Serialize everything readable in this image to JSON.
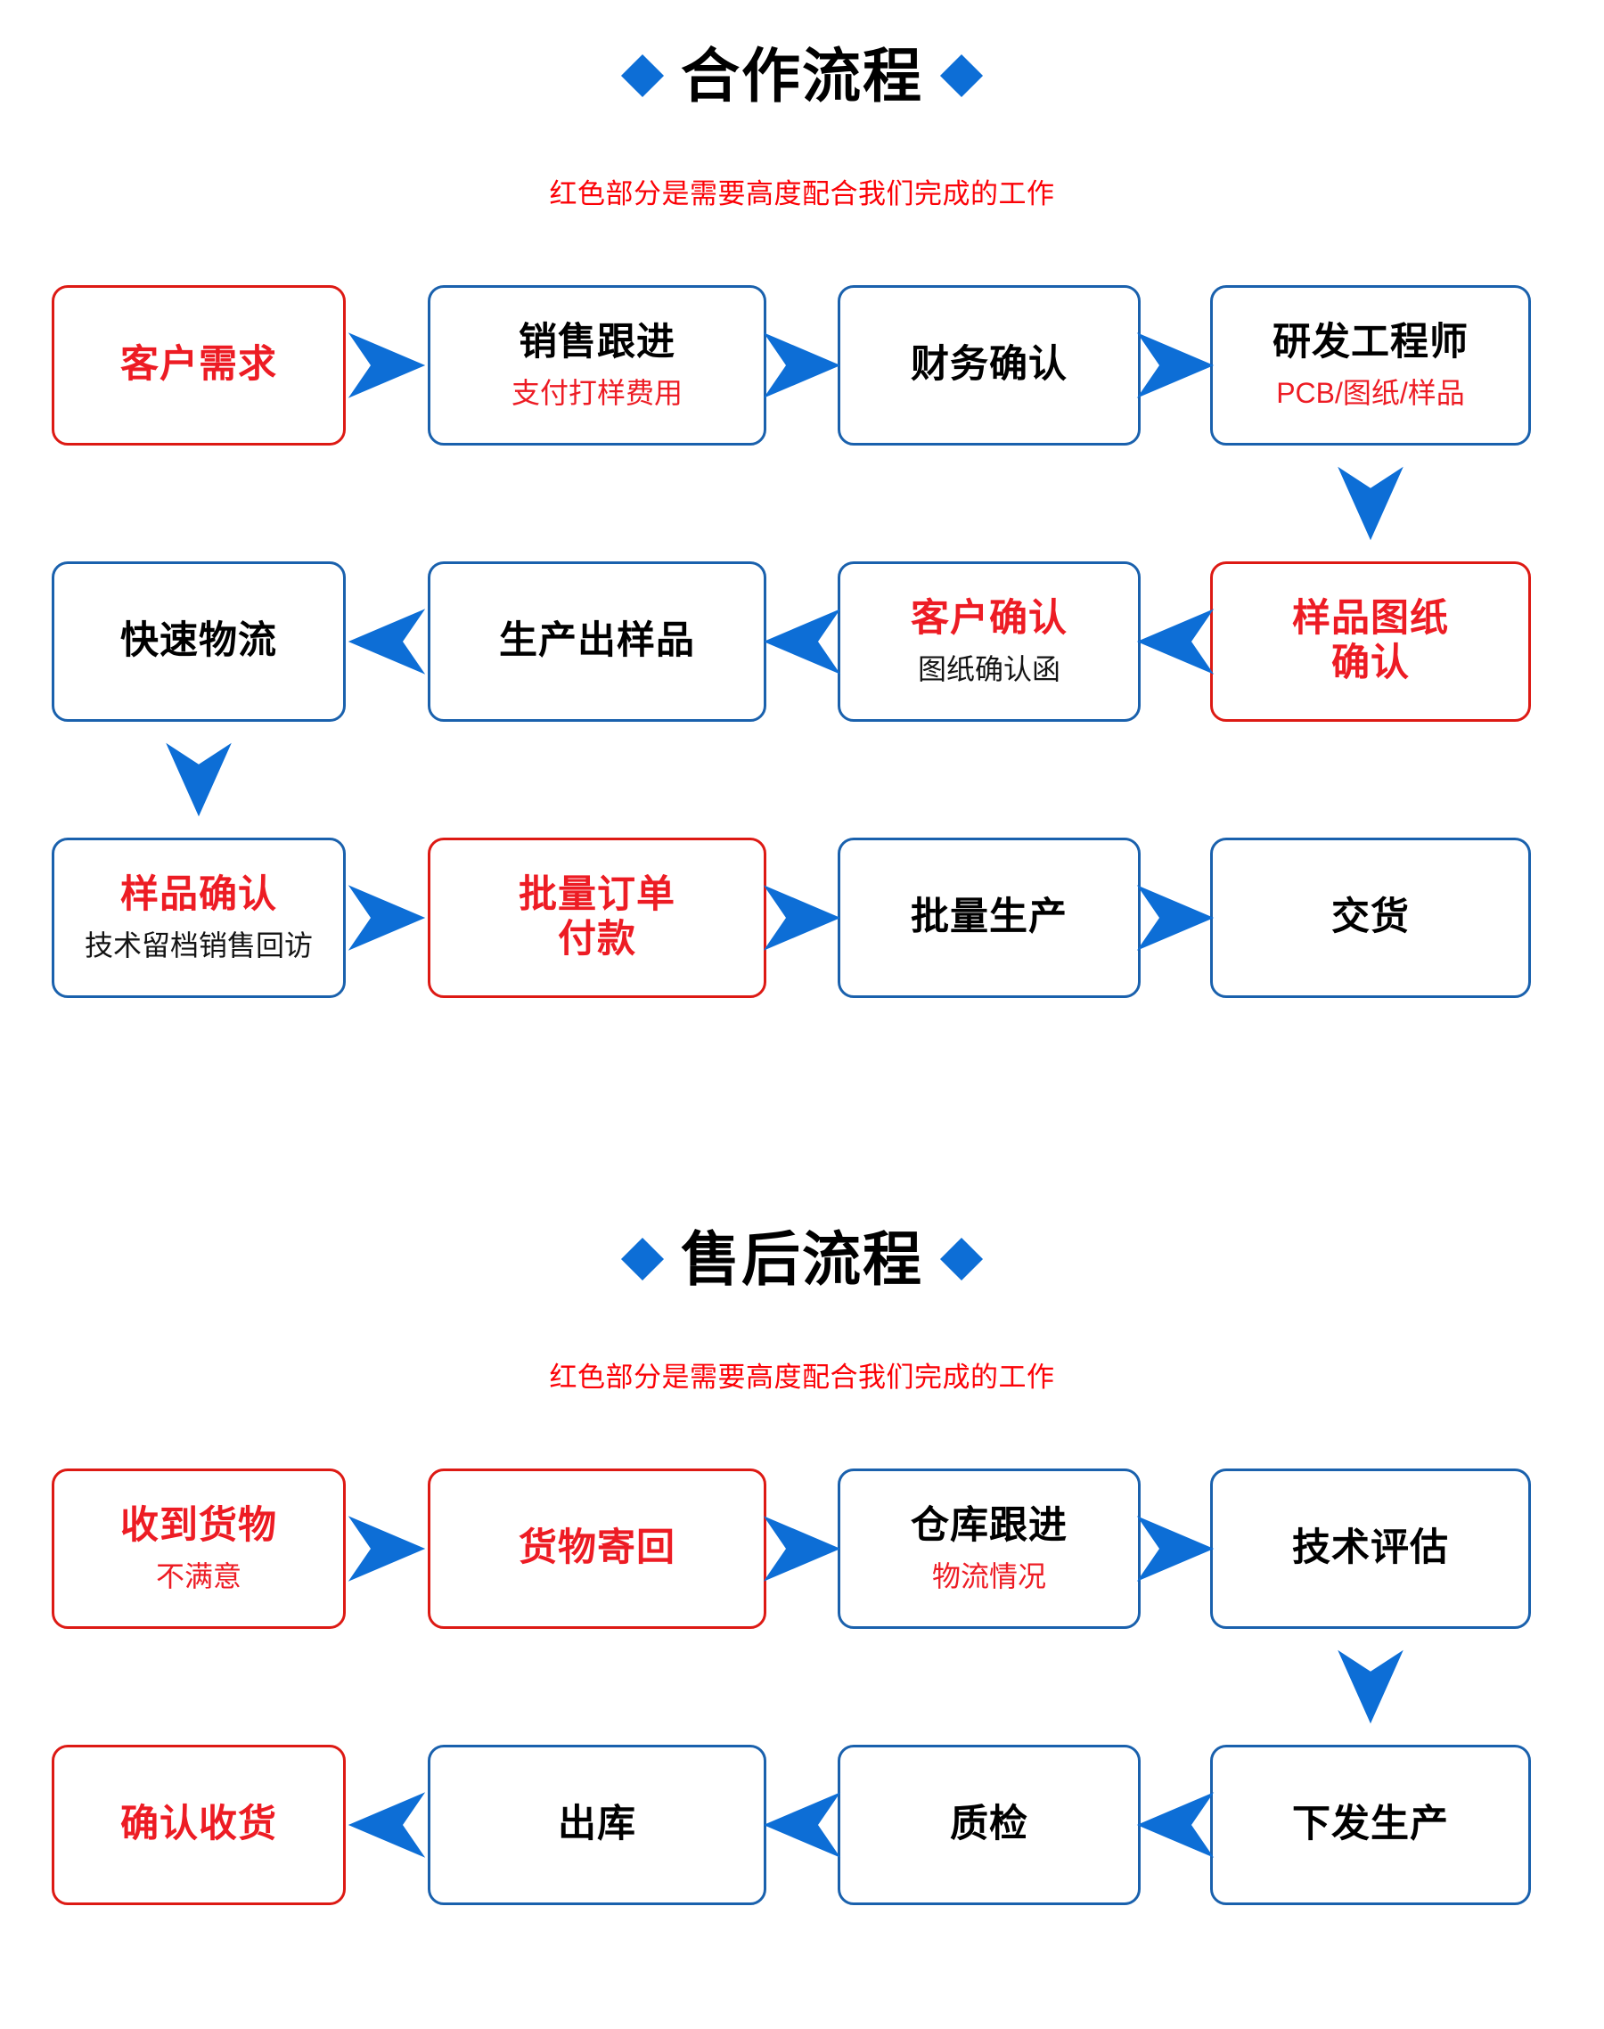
{
  "sections": [
    {
      "title": "合作流程",
      "subtitle": "红色部分是需要高度配合我们完成的工作",
      "rows": [
        {
          "direction": "right",
          "boxes": [
            {
              "title": "客户需求",
              "title_color": "red",
              "border": "red",
              "sub": "",
              "sub_color": ""
            },
            {
              "title": "销售跟进",
              "title_color": "black",
              "border": "blue",
              "sub": "支付打样费用",
              "sub_color": "red"
            },
            {
              "title": "财务确认",
              "title_color": "black",
              "border": "blue",
              "sub": "",
              "sub_color": ""
            },
            {
              "title": "研发工程师",
              "title_color": "black",
              "border": "blue",
              "sub": "PCB/图纸/样品",
              "sub_color": "red"
            }
          ]
        },
        {
          "direction": "left",
          "boxes": [
            {
              "title": "快速物流",
              "title_color": "black",
              "border": "blue",
              "sub": "",
              "sub_color": ""
            },
            {
              "title": "生产出样品",
              "title_color": "black",
              "border": "blue",
              "sub": "",
              "sub_color": ""
            },
            {
              "title": "客户确认",
              "title_color": "red",
              "border": "blue",
              "sub": "图纸确认函",
              "sub_color": "black"
            },
            {
              "title": "样品图纸\n确认",
              "title_color": "red",
              "border": "red",
              "sub": "",
              "sub_color": ""
            }
          ]
        },
        {
          "direction": "right",
          "boxes": [
            {
              "title": "样品确认",
              "title_color": "red",
              "border": "blue",
              "sub": "技术留档销售回访",
              "sub_color": "black"
            },
            {
              "title": "批量订单\n付款",
              "title_color": "red",
              "border": "red",
              "sub": "",
              "sub_color": ""
            },
            {
              "title": "批量生产",
              "title_color": "black",
              "border": "blue",
              "sub": "",
              "sub_color": ""
            },
            {
              "title": "交货",
              "title_color": "black",
              "border": "blue",
              "sub": "",
              "sub_color": ""
            }
          ]
        }
      ],
      "down_arrows": [
        {
          "after_row": 0,
          "column": 3
        },
        {
          "after_row": 1,
          "column": 0
        }
      ]
    },
    {
      "title": "售后流程",
      "subtitle": "红色部分是需要高度配合我们完成的工作",
      "rows": [
        {
          "direction": "right",
          "boxes": [
            {
              "title": "收到货物",
              "title_color": "red",
              "border": "red",
              "sub": "不满意",
              "sub_color": "red"
            },
            {
              "title": "货物寄回",
              "title_color": "red",
              "border": "red",
              "sub": "",
              "sub_color": ""
            },
            {
              "title": "仓库跟进",
              "title_color": "black",
              "border": "blue",
              "sub": "物流情况",
              "sub_color": "red"
            },
            {
              "title": "技术评估",
              "title_color": "black",
              "border": "blue",
              "sub": "",
              "sub_color": ""
            }
          ]
        },
        {
          "direction": "left",
          "boxes": [
            {
              "title": "确认收货",
              "title_color": "red",
              "border": "red",
              "sub": "",
              "sub_color": ""
            },
            {
              "title": "出库",
              "title_color": "black",
              "border": "blue",
              "sub": "",
              "sub_color": ""
            },
            {
              "title": "质检",
              "title_color": "black",
              "border": "blue",
              "sub": "",
              "sub_color": ""
            },
            {
              "title": "下发生产",
              "title_color": "black",
              "border": "blue",
              "sub": "",
              "sub_color": ""
            }
          ]
        }
      ],
      "down_arrows": [
        {
          "after_row": 0,
          "column": 3
        }
      ]
    }
  ],
  "colors": {
    "blue": "#0d6ed6",
    "box_blue": "#1a61ad",
    "red": "#ed1c24",
    "box_red": "#dd1a14",
    "subtitle_red": "#fb0207",
    "black": "#000000",
    "background": "#ffffff"
  },
  "icons": {
    "diamond_left": "diamond-icon",
    "diamond_right": "diamond-icon",
    "arrow_right": "arrow-right-icon",
    "arrow_left": "arrow-left-icon",
    "arrow_down": "arrow-down-icon"
  }
}
